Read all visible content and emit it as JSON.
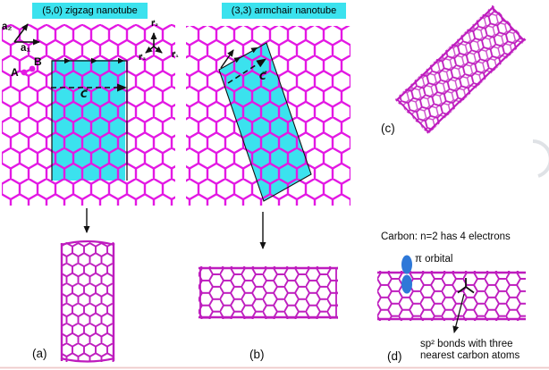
{
  "figure": {
    "panels": {
      "zigzag": {
        "title": "(5,0) zigzag nanotube",
        "vector_a2": "a₂",
        "vector_a1": "a₁",
        "atom_b": "B",
        "atom_a": "A",
        "vector_r2": "r⃗₂",
        "vector_r3": "r⃗₃",
        "vector_r1": "r⃗₁",
        "chiral_vector": "C⃗"
      },
      "armchair": {
        "title": "(3,3) armchair nanotube",
        "chiral_vector": "C⃗"
      },
      "tube_a": {
        "caption": "(a)"
      },
      "tube_b": {
        "caption": "(b)"
      },
      "tube_c": {
        "caption": "(c)"
      },
      "bonding": {
        "caption": "(d)",
        "heading": "Carbon: n=2 has 4 electrons",
        "pi_label": "π orbital",
        "sp2_line1": "sp² bonds with three",
        "sp2_line2": "nearest carbon atoms"
      }
    },
    "colors": {
      "lattice_magenta": "#E318E3",
      "tube_magenta": "#BE1CBE",
      "highlight_cyan": "#3BE2EE",
      "orbital_blue": "#2E78D8",
      "annotation_black": "#111111",
      "watermark_gray": "#DFE2E6",
      "baseline_pink": "#EEC9C9"
    }
  }
}
